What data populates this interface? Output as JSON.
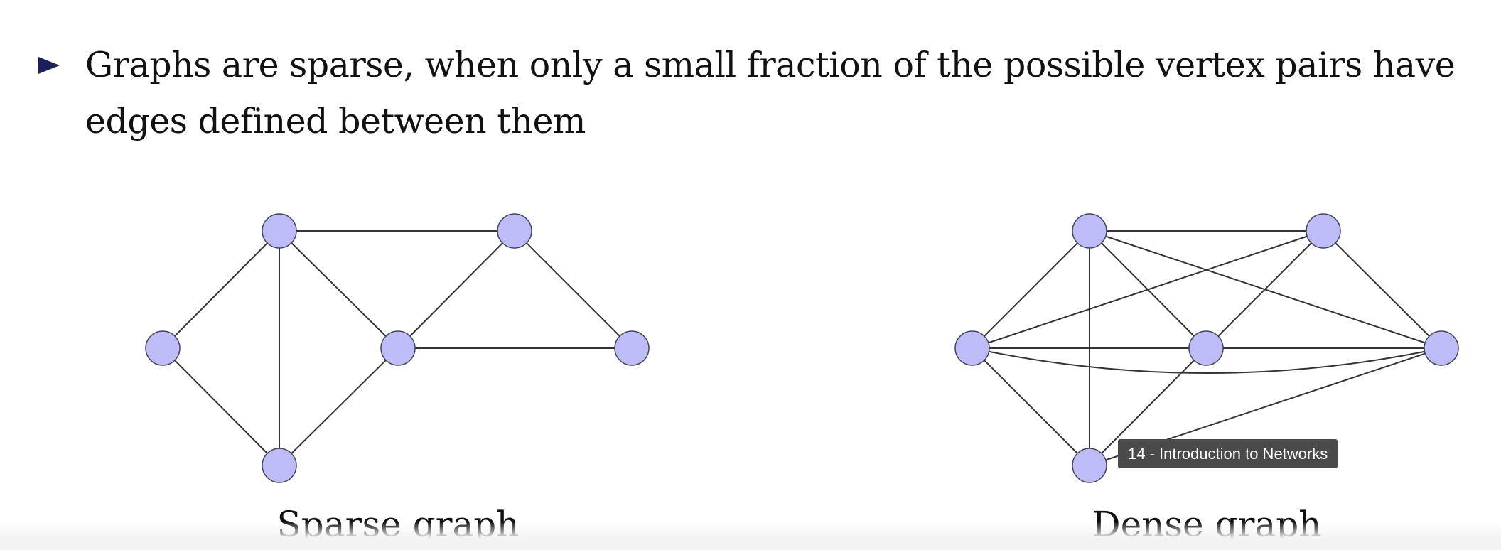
{
  "slide": {
    "bullet_text": "Graphs are sparse, when only a small fraction of the possible vertex pairs have edges defined between them"
  },
  "graphs": [
    {
      "caption": "Sparse graph",
      "node_fill": "#bcbcf8",
      "node_stroke": "#444455",
      "edge_color": "#333333",
      "nodes": [
        "top-left",
        "top-right",
        "left",
        "center",
        "right",
        "bottom"
      ],
      "edges": [
        [
          "top-left",
          "top-right"
        ],
        [
          "top-left",
          "left"
        ],
        [
          "top-left",
          "center"
        ],
        [
          "top-left",
          "bottom"
        ],
        [
          "top-right",
          "center"
        ],
        [
          "top-right",
          "right"
        ],
        [
          "center",
          "right"
        ],
        [
          "left",
          "bottom"
        ],
        [
          "center",
          "bottom"
        ]
      ]
    },
    {
      "caption": "Dense graph",
      "node_fill": "#bcbcf8",
      "node_stroke": "#444455",
      "edge_color": "#333333",
      "nodes": [
        "top-left",
        "top-right",
        "left",
        "center",
        "right",
        "bottom"
      ],
      "edges": [
        [
          "top-left",
          "top-right"
        ],
        [
          "top-left",
          "left"
        ],
        [
          "top-left",
          "center"
        ],
        [
          "top-left",
          "bottom"
        ],
        [
          "top-left",
          "right"
        ],
        [
          "top-right",
          "left"
        ],
        [
          "top-right",
          "center"
        ],
        [
          "top-right",
          "right"
        ],
        [
          "left",
          "center"
        ],
        [
          "center",
          "right"
        ],
        [
          "left",
          "bottom"
        ],
        [
          "center",
          "bottom"
        ],
        [
          "bottom",
          "right"
        ],
        [
          "left",
          "right"
        ]
      ],
      "curved_edges": [
        [
          "left",
          "right"
        ]
      ]
    }
  ],
  "tooltip": {
    "text": "14 - Introduction to Networks"
  }
}
